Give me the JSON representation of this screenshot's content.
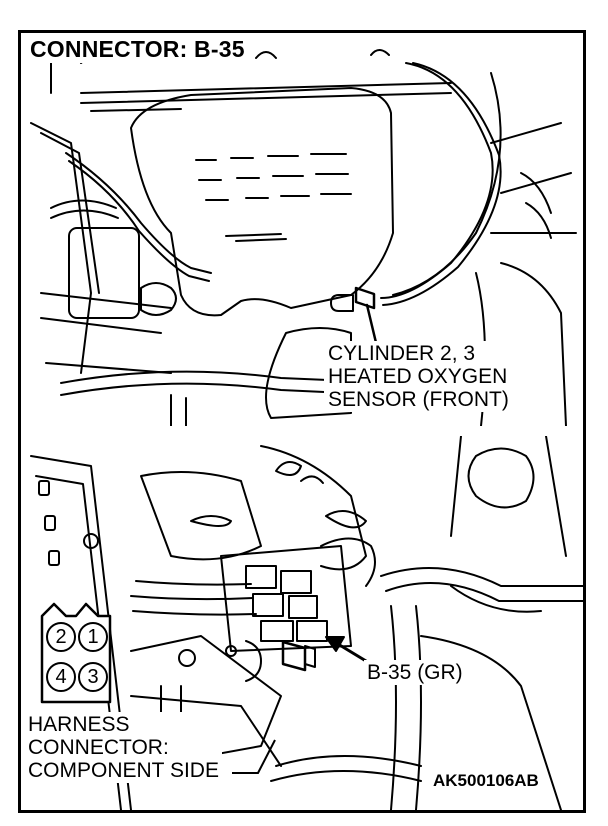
{
  "title": "CONNECTOR: B-35",
  "top_view": {
    "callout_lines": [
      "CYLINDER 2, 3",
      "HEATED OXYGEN",
      "SENSOR (FRONT)"
    ]
  },
  "bottom_view": {
    "connector_callout": "B-35 (GR)",
    "harness_lines": [
      "HARNESS",
      "CONNECTOR:",
      "COMPONENT SIDE"
    ],
    "pins": [
      "2",
      "1",
      "4",
      "3"
    ]
  },
  "figure_code": "AK500106AB",
  "colors": {
    "ink": "#000000",
    "paper": "#ffffff"
  }
}
